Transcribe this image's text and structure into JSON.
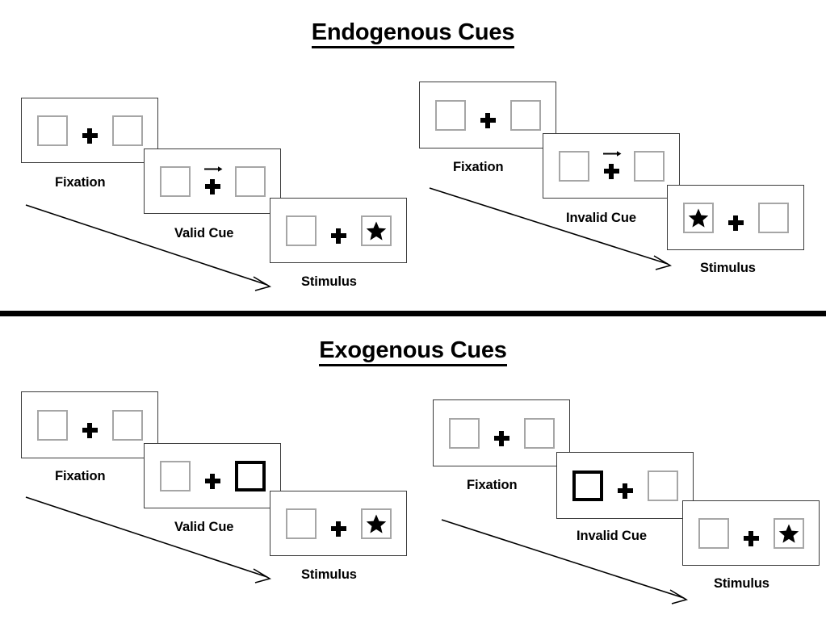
{
  "figure": {
    "title_top": "Endogenous Cues",
    "title_bottom": "Exogenous Cues"
  },
  "sections": [
    {
      "id": "endogenous",
      "title": "Endogenous Cues",
      "sequences": [
        {
          "id": "endogenous-valid",
          "frames": [
            {
              "caption": "Fixation",
              "left_box": "empty",
              "right_box": "empty",
              "centre": "cross"
            },
            {
              "caption": "Valid Cue",
              "left_box": "empty",
              "right_box": "empty",
              "centre": "cross-with-right-arrow"
            },
            {
              "caption": "Stimulus",
              "left_box": "empty",
              "right_box": "star",
              "centre": "cross"
            }
          ]
        },
        {
          "id": "endogenous-invalid",
          "frames": [
            {
              "caption": "Fixation",
              "left_box": "empty",
              "right_box": "empty",
              "centre": "cross"
            },
            {
              "caption": "Invalid Cue",
              "left_box": "empty",
              "right_box": "empty",
              "centre": "cross-with-right-arrow"
            },
            {
              "caption": "Stimulus",
              "left_box": "star",
              "right_box": "empty",
              "centre": "cross"
            }
          ]
        }
      ]
    },
    {
      "id": "exogenous",
      "title": "Exogenous Cues",
      "sequences": [
        {
          "id": "exogenous-valid",
          "frames": [
            {
              "caption": "Fixation",
              "left_box": "empty",
              "right_box": "empty",
              "centre": "cross"
            },
            {
              "caption": "Valid Cue",
              "left_box": "empty",
              "right_box": "cued",
              "centre": "cross"
            },
            {
              "caption": "Stimulus",
              "left_box": "empty",
              "right_box": "star",
              "centre": "cross"
            }
          ]
        },
        {
          "id": "exogenous-invalid",
          "frames": [
            {
              "caption": "Fixation",
              "left_box": "empty",
              "right_box": "empty",
              "centre": "cross"
            },
            {
              "caption": "Invalid Cue",
              "left_box": "cued",
              "right_box": "empty",
              "centre": "cross"
            },
            {
              "caption": "Stimulus",
              "left_box": "empty",
              "right_box": "star",
              "centre": "cross"
            }
          ]
        }
      ]
    }
  ],
  "labels": {
    "fixation": "Fixation",
    "valid_cue": "Valid Cue",
    "invalid_cue": "Invalid Cue",
    "stimulus": "Stimulus"
  },
  "icons": {
    "fixation_cross": "plus-cross-icon",
    "cue_arrow": "right-arrow-cue-icon",
    "target": "star-icon",
    "time_flow": "time-flow-arrow-icon"
  },
  "colors": {
    "ink": "#000000",
    "panel_border": "#3b3b3b",
    "box_border": "#a6a6a6",
    "cued_box_border": "#000000",
    "background": "#ffffff"
  }
}
